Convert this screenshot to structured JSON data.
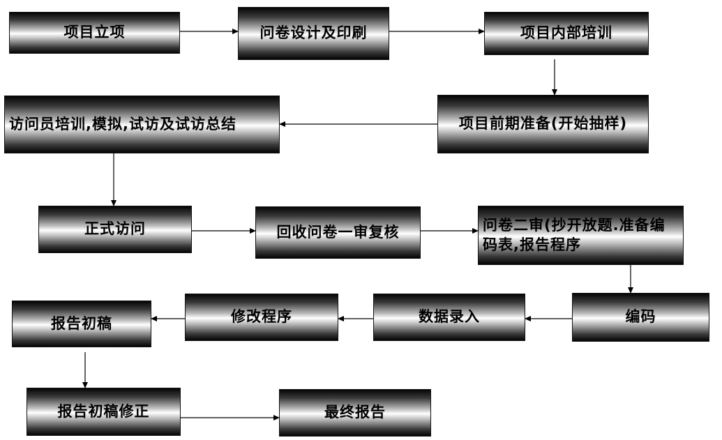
{
  "flow": {
    "n1": "项目立项",
    "n2": "问卷设计及印刷",
    "n3": "项目内部培训",
    "n4": "项目前期准备(开始抽样)",
    "n5": "访问员培训,模拟,试访及试访总结",
    "n6": "正式访问",
    "n7": "回收问卷一审复核",
    "n8": "问卷二审(抄开放题.准备编码表,报告程序",
    "n9": "编码",
    "n10": "数据录入",
    "n11": "修改程序",
    "n12": "报告初稿",
    "n13": "报告初稿修正",
    "n14": "最终报告"
  },
  "edges": [
    [
      "n1",
      "n2"
    ],
    [
      "n2",
      "n3"
    ],
    [
      "n3",
      "n4"
    ],
    [
      "n4",
      "n5"
    ],
    [
      "n5",
      "n6"
    ],
    [
      "n6",
      "n7"
    ],
    [
      "n7",
      "n8"
    ],
    [
      "n8",
      "n9"
    ],
    [
      "n9",
      "n10"
    ],
    [
      "n10",
      "n11"
    ],
    [
      "n11",
      "n12"
    ],
    [
      "n12",
      "n13"
    ],
    [
      "n13",
      "n14"
    ]
  ]
}
